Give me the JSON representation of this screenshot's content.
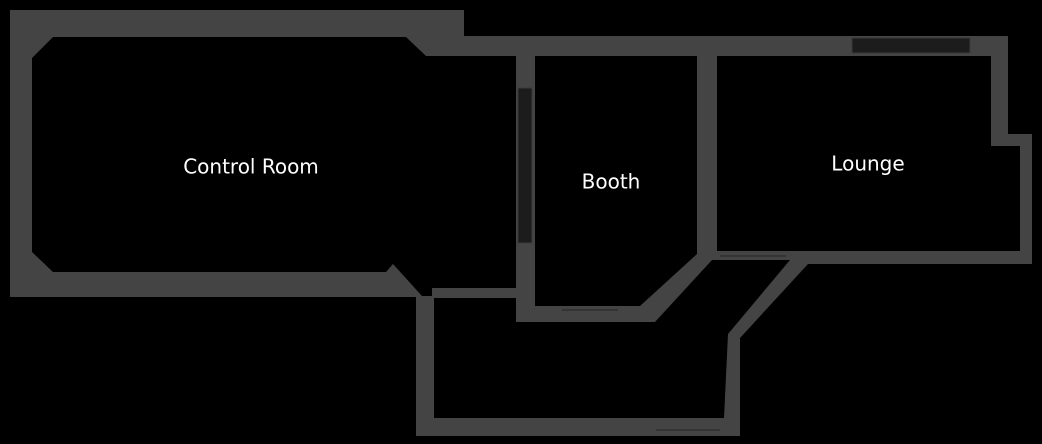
{
  "rooms": {
    "control_room": {
      "label": "Control Room"
    },
    "booth": {
      "label": "Booth"
    },
    "lounge": {
      "label": "Lounge"
    }
  },
  "colors": {
    "background": "#000000",
    "wall": "#444444",
    "wall_edge": "#5a5a5a",
    "room_floor": "#000000",
    "label": "#ffffff"
  }
}
